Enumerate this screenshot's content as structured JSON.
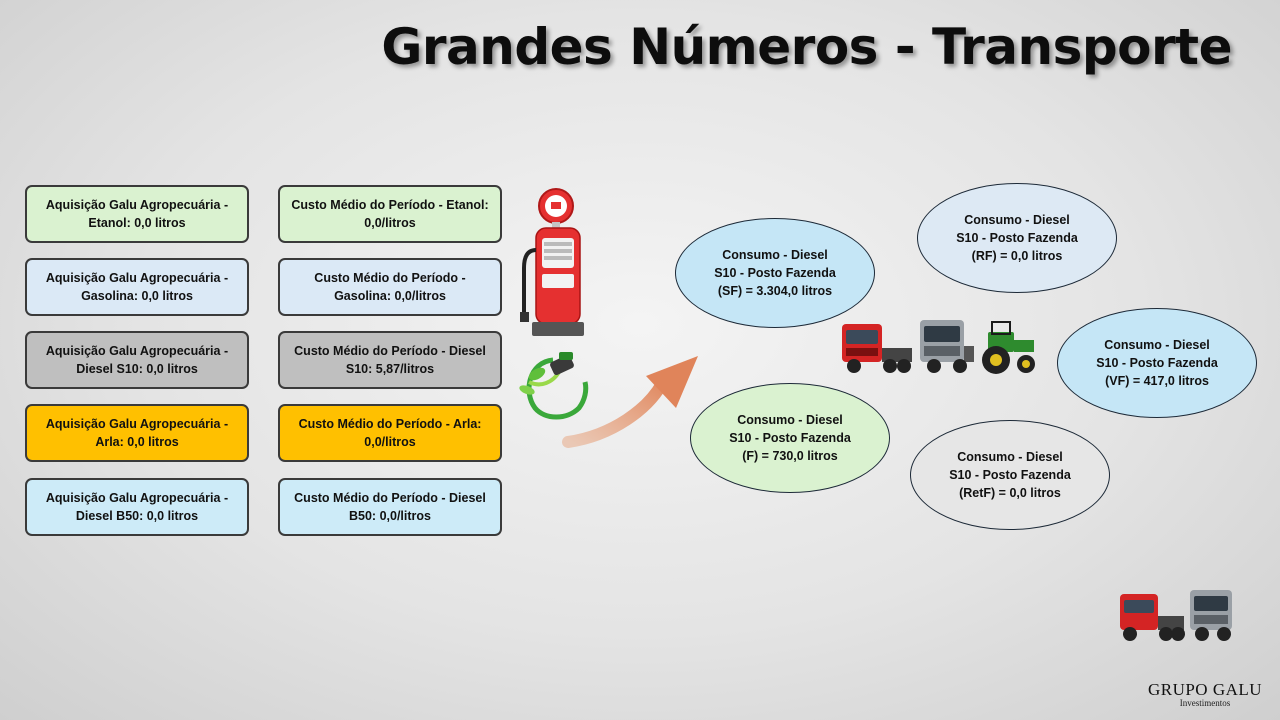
{
  "title": "Grandes Números - Transporte",
  "left_boxes": [
    {
      "line1": "Aquisição Galu Agropecuária -",
      "line2": "Etanol: 0,0 litros",
      "color": "#daf2d0"
    },
    {
      "line1": "Aquisição Galu Agropecuária -",
      "line2": "Gasolina: 0,0 litros",
      "color": "#dbe9f6"
    },
    {
      "line1": "Aquisição Galu Agropecuária -",
      "line2": "Diesel S10: 0,0 litros",
      "color": "#bfbfbf"
    },
    {
      "line1": "Aquisição Galu Agropecuária -",
      "line2": "Arla: 0,0 litros",
      "color": "#ffc000"
    },
    {
      "line1": "Aquisição Galu Agropecuária -",
      "line2": "Diesel B50: 0,0 litros",
      "color": "#cdebf8"
    }
  ],
  "right_boxes": [
    {
      "line1": "Custo Médio do Período - Etanol:",
      "line2": "0,0/litros",
      "color": "#daf2d0"
    },
    {
      "line1": "Custo Médio do Período -",
      "line2": "Gasolina: 0,0/litros",
      "color": "#dbe9f6"
    },
    {
      "line1": "Custo Médio do Período - Diesel",
      "line2": "S10: 5,87/litros",
      "color": "#bfbfbf"
    },
    {
      "line1": "Custo Médio do Período - Arla:",
      "line2": "0,0/litros",
      "color": "#ffc000"
    },
    {
      "line1": "Custo Médio do Período - Diesel",
      "line2": "B50: 0,0/litros",
      "color": "#cdebf8"
    }
  ],
  "consumption": [
    {
      "line1": "Consumo - Diesel",
      "line2": "S10 - Posto Fazenda",
      "line3": "(SF) = 3.304,0 litros",
      "color": "#c5e6f6"
    },
    {
      "line1": "Consumo - Diesel",
      "line2": "S10 - Posto Fazenda",
      "line3": "(RF) = 0,0 litros",
      "color": "#dde9f4"
    },
    {
      "line1": "Consumo - Diesel",
      "line2": "S10 - Posto Fazenda",
      "line3": "(VF) = 417,0 litros",
      "color": "#c5e6f6"
    },
    {
      "line1": "Consumo - Diesel",
      "line2": "S10 - Posto Fazenda",
      "line3": "(F) = 730,0 litros",
      "color": "#daf2d0"
    },
    {
      "line1": "Consumo - Diesel",
      "line2": "S10 - Posto Fazenda",
      "line3": "(RetF) = 0,0 litros",
      "color": "#e6e6e6"
    }
  ],
  "icons": {
    "fuel_pump": "fuel-pump-icon",
    "eco_nozzle": "eco-fuel-nozzle-icon",
    "arrow": "curved-arrow-icon",
    "vehicles": "trucks-and-tractor-icon",
    "trucks_small": "trucks-icon"
  },
  "logo": {
    "name": "GRUPO GALU",
    "subtitle": "Investimentos"
  },
  "colors": {
    "arrow": "#e0956a",
    "pump_red": "#e02020"
  }
}
